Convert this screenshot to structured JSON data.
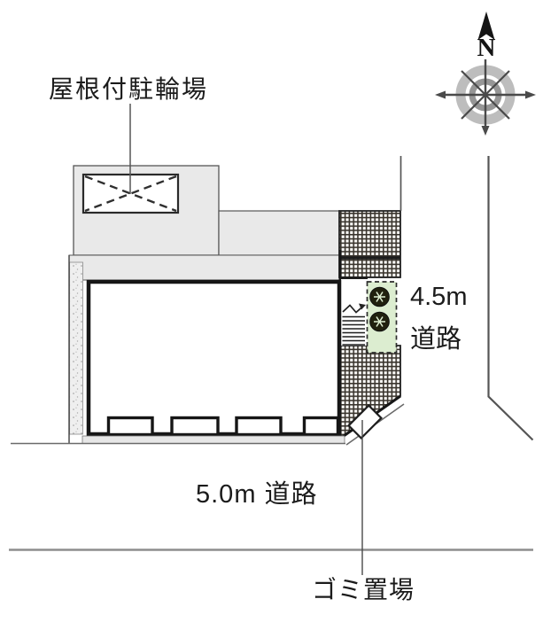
{
  "plan": {
    "type": "residential-site-plan",
    "labels": {
      "bicycle_parking": "屋根付駐輪場",
      "road_east_width": "4.5m",
      "road_east_name": "道路",
      "road_south": "5.0m 道路",
      "garbage_area": "ゴミ置場",
      "compass_north": "N"
    },
    "features": {
      "covered_bicycle_parking": "dashed X rectangle",
      "trees_in_planting_strip": 2,
      "entrance_stair_steps": 8,
      "balcony_notches": 4
    },
    "colors": {
      "site_fill": "#e8e8e8",
      "building_outline": "#161616",
      "hatch_line": "#39342d",
      "green_area_fill": "#dcedd0",
      "tree_fill": "#20200e",
      "road_line": "#8d8d8d",
      "compass_ring_outer": "#bdbdbd",
      "compass_ring_inner": "#969696",
      "compass_arrow": "#4a4a4a"
    }
  }
}
